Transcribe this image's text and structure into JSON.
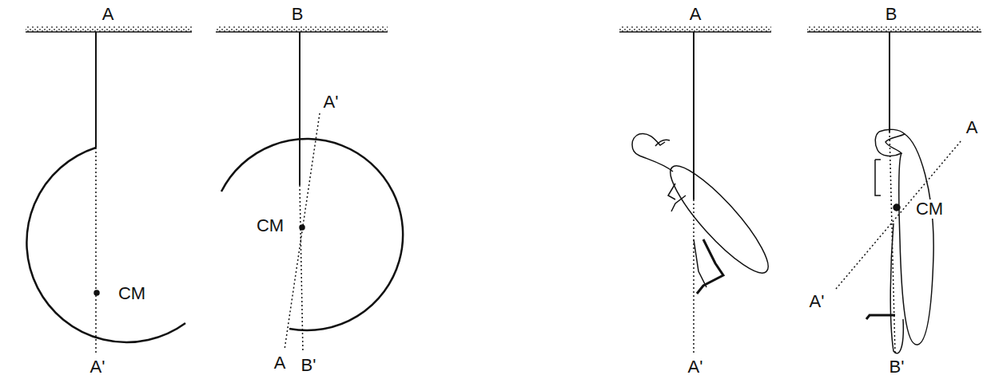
{
  "diagram": {
    "labels": [
      "A",
      "CM",
      "A'",
      "B",
      "A'",
      "CM",
      "A",
      "B'",
      "A",
      "A'",
      "B",
      "A",
      "CM",
      "A'",
      "B'"
    ]
  }
}
